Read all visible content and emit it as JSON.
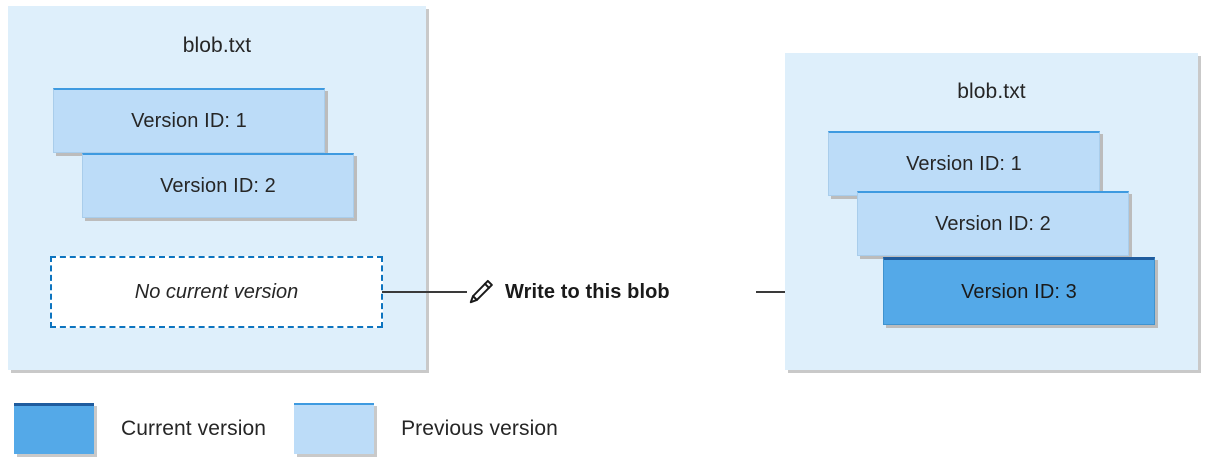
{
  "diagram": {
    "title_hidden": "",
    "left_panel": {
      "blob_name": "blob.txt",
      "versions": [
        {
          "label": "Version ID: 1",
          "state": "previous"
        },
        {
          "label": "Version ID: 2",
          "state": "previous"
        }
      ],
      "current_version_placeholder": "No current version"
    },
    "action": {
      "label": "Write to this blob",
      "icon": "pencil-icon"
    },
    "right_panel": {
      "blob_name": "blob.txt",
      "versions": [
        {
          "label": "Version ID: 1",
          "state": "previous"
        },
        {
          "label": "Version ID: 2",
          "state": "previous"
        },
        {
          "label": "Version ID: 3",
          "state": "current"
        }
      ]
    },
    "legend": [
      {
        "label": "Current version",
        "swatch": "current"
      },
      {
        "label": "Previous version",
        "swatch": "previous"
      }
    ],
    "colors": {
      "panel_background": "#deeffb",
      "previous_version": "#bcdcf8",
      "previous_version_top_border": "#3e9ae0",
      "current_version": "#54a9e8",
      "current_version_top_border": "#1f5c9e",
      "dashed_border": "#0d74bf",
      "arrow": "#3a3a3a",
      "text": "#262626",
      "shadow": "#c9c9c9"
    }
  }
}
